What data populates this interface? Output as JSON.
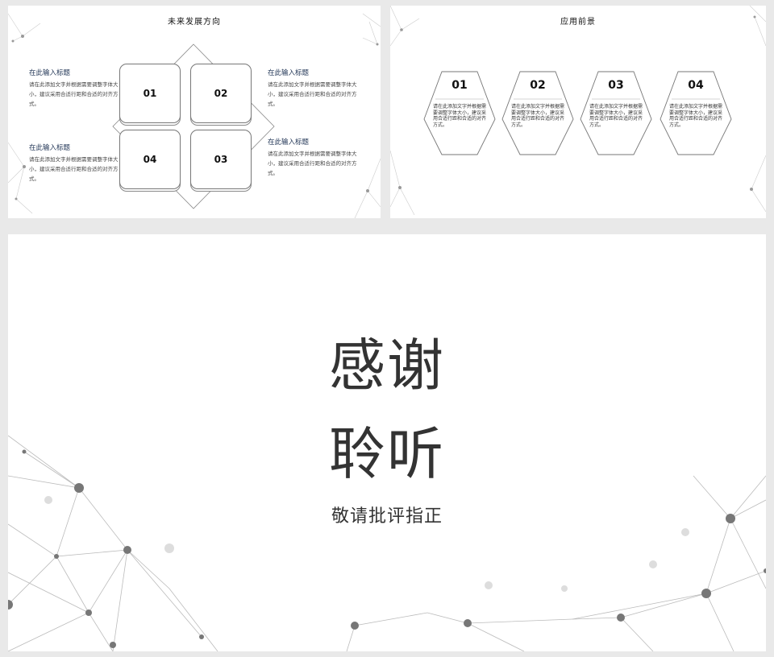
{
  "slide_a": {
    "title": "未来发展方向",
    "tiles": [
      "01",
      "02",
      "04",
      "03"
    ],
    "blocks": [
      {
        "title": "在此输入标题",
        "text": "请在此添加文字并根据需要调整字体大小，建议采用合适行距和合适的对齐方式。"
      },
      {
        "title": "在此输入标题",
        "text": "请在此添加文字并根据需要调整字体大小，建议采用合适行距和合适的对齐方式。"
      },
      {
        "title": "在此输入标题",
        "text": "请在此添加文字并根据需要调整字体大小，建议采用合适行距和合适的对齐方式。"
      },
      {
        "title": "在此输入标题",
        "text": "请在此添加文字并根据需要调整字体大小，建议采用合适行距和合适的对齐方式。"
      }
    ]
  },
  "slide_b": {
    "title": "应用前景",
    "hexagons": [
      {
        "num": "01",
        "text": "请在此添加文字并根据需要调整字体大小，建议采用合适行距和合适的对齐方式。"
      },
      {
        "num": "02",
        "text": "请在此添加文字并根据需要调整字体大小，建议采用合适行距和合适的对齐方式。"
      },
      {
        "num": "03",
        "text": "请在此添加文字并根据需要调整字体大小，建议采用合适行距和合适的对齐方式。"
      },
      {
        "num": "04",
        "text": "请在此添加文字并根据需要调整字体大小，建议采用合适行距和合适的对齐方式。"
      }
    ]
  },
  "slide_c": {
    "line1": "感谢",
    "line2": "聆听",
    "subtitle": "敬请批评指正"
  }
}
